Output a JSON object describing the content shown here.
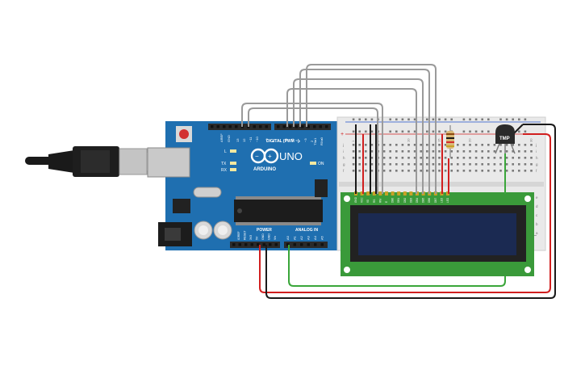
{
  "colors": {
    "board": "#1f6fb0",
    "board_dark": "#18578b",
    "header": "#2a2a2a",
    "breadboard": "#e9e9e9",
    "breadboard_hole": "#7a7a7a",
    "lcd_pcb": "#3a9a3a",
    "lcd_screen": "#1b2a52",
    "wire_gray": "#9a9a9a",
    "wire_black": "#1a1a1a",
    "wire_red": "#d11f1f",
    "wire_green": "#3aa63a",
    "usb_body": "#1a1a1a",
    "usb_metal": "#bdbdbd"
  },
  "arduino": {
    "brand": "ARDUINO",
    "model": "UNO",
    "digital_label": "DIGITAL (PWM ~)",
    "analog_label": "ANALOG IN",
    "power_label": "POWER",
    "aref_label": "AREF",
    "gnd_label": "GND",
    "tx_label": "TX",
    "rx_label": "RX",
    "l_label": "L",
    "on_label": "ON",
    "txd_label": "TX▸1",
    "rxd_label": "RX◂0",
    "digital_pins": [
      "13",
      "12",
      "~11",
      "~10",
      "~9",
      "8",
      "7",
      "~6",
      "~5",
      "4",
      "~3",
      "2"
    ],
    "analog_pins": [
      "A0",
      "A1",
      "A2",
      "A3",
      "A4",
      "A5"
    ],
    "power_pins": [
      "IOREF",
      "RESET",
      "3V3",
      "5V",
      "GND",
      "GND",
      "Vin"
    ]
  },
  "sensor": {
    "label": "TMP"
  },
  "breadboard": {
    "rail_plus": "+",
    "rail_minus": "−",
    "row_letters_top": [
      "j",
      "i",
      "h",
      "g",
      "f"
    ],
    "row_letters_bottom": [
      "e",
      "d",
      "c",
      "b",
      "a"
    ],
    "column_numbers": [
      "1",
      "5",
      "10",
      "15",
      "20",
      "25",
      "30"
    ]
  },
  "lcd": {
    "pin_labels": [
      "GND",
      "VCC",
      "V0",
      "RS",
      "RW",
      "E",
      "DB0",
      "DB1",
      "DB2",
      "DB3",
      "DB4",
      "DB5",
      "DB6",
      "DB7",
      "LED",
      "LED"
    ]
  }
}
